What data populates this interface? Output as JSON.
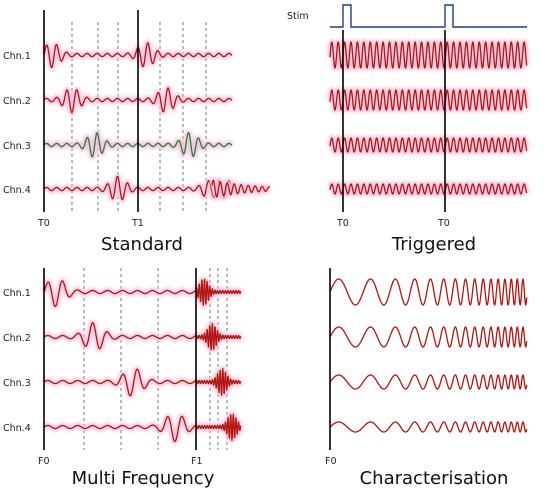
{
  "panels": [
    {
      "id": "standard",
      "title": "Standard",
      "channels": [
        "Chn.1",
        "Chn.2",
        "Chn.3",
        "Chn.4"
      ],
      "markers": [
        "T0",
        "T1"
      ]
    },
    {
      "id": "triggered",
      "title": "Triggered",
      "stim_label": "Stim",
      "markers": [
        "T0",
        "T0"
      ]
    },
    {
      "id": "multi",
      "title": "Multi Frequency",
      "channels": [
        "Chn.1",
        "Chn.2",
        "Chn.3",
        "Chn.4"
      ],
      "markers": [
        "F0",
        "F1"
      ]
    },
    {
      "id": "char",
      "title": "Characterisation",
      "markers": [
        "F0"
      ]
    }
  ],
  "colors": {
    "signal": "#b3140f",
    "signal_alt": "#2e7d32",
    "glow": "#f2c4de",
    "stim": "#1f3d8a",
    "axis": "#000000",
    "grid": "#555555"
  }
}
